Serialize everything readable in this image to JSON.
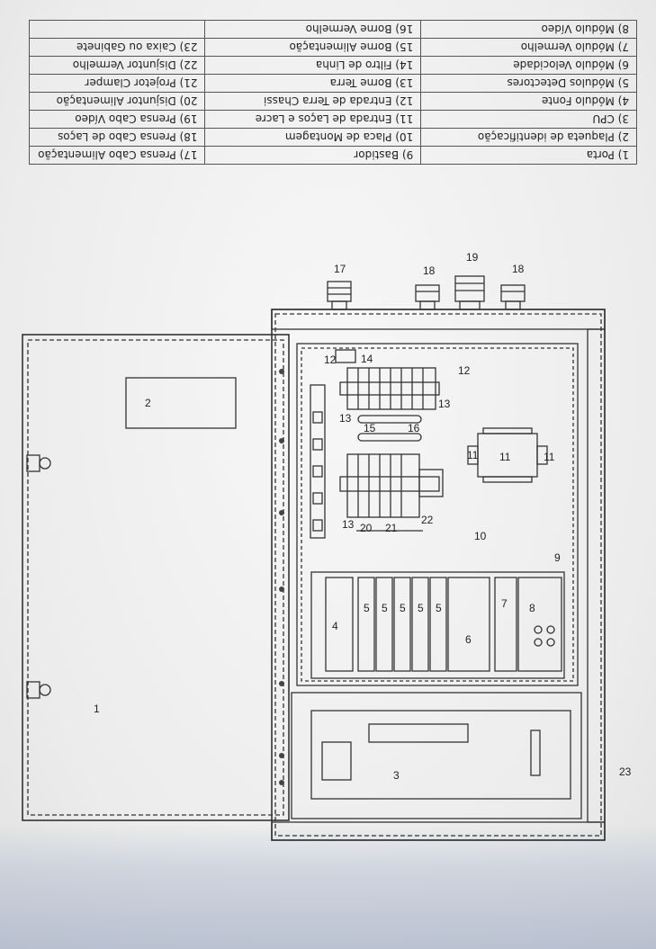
{
  "legend": {
    "rows": [
      [
        "1) Porta",
        "9) Bastidor",
        "17) Prensa Cabo Alimentação"
      ],
      [
        "2) Plaqueta de identificação",
        "10) Placa de Montagem",
        "18) Prensa Cabo de Laços"
      ],
      [
        "3) CPU",
        "11) Entrada de Laços e Lacre",
        "19) Prensa Cabo Vídeo"
      ],
      [
        "4) Módulo Fonte",
        "12) Entrada de Terra Chassi",
        "20) Disjuntor Alimentação"
      ],
      [
        "5) Módulos Detectores",
        "13) Borne Terra",
        "21) Projetor Clamper"
      ],
      [
        "6) Módulo Velocidade",
        "14) Filtro de Linha",
        "22) Disjuntor Vermelho"
      ],
      [
        "7) Módulo Vermelho",
        "15) Borne Alimentação",
        "23) Caixa ou Gabinete"
      ],
      [
        "8) Módulo Vídeo",
        "16) Borne Vermelho",
        ""
      ]
    ]
  },
  "callouts": {
    "n17": "17",
    "n18a": "18",
    "n19": "19",
    "n18b": "18",
    "n12a": "12",
    "n14": "14",
    "n12b": "12",
    "n13a": "13",
    "n13b": "13",
    "n15": "15",
    "n16": "16",
    "n11a": "11",
    "n11b": "11",
    "n11c": "11",
    "n13c": "13",
    "n20": "20",
    "n21": "21",
    "n22": "22",
    "n10": "10",
    "n9": "9",
    "n2": "2",
    "n1": "1",
    "n3": "3",
    "n23": "23",
    "n4": "4",
    "n5a": "5",
    "n5b": "5",
    "n5c": "5",
    "n5d": "5",
    "n5e": "5",
    "n6": "6",
    "n7": "7",
    "n8": "8"
  }
}
